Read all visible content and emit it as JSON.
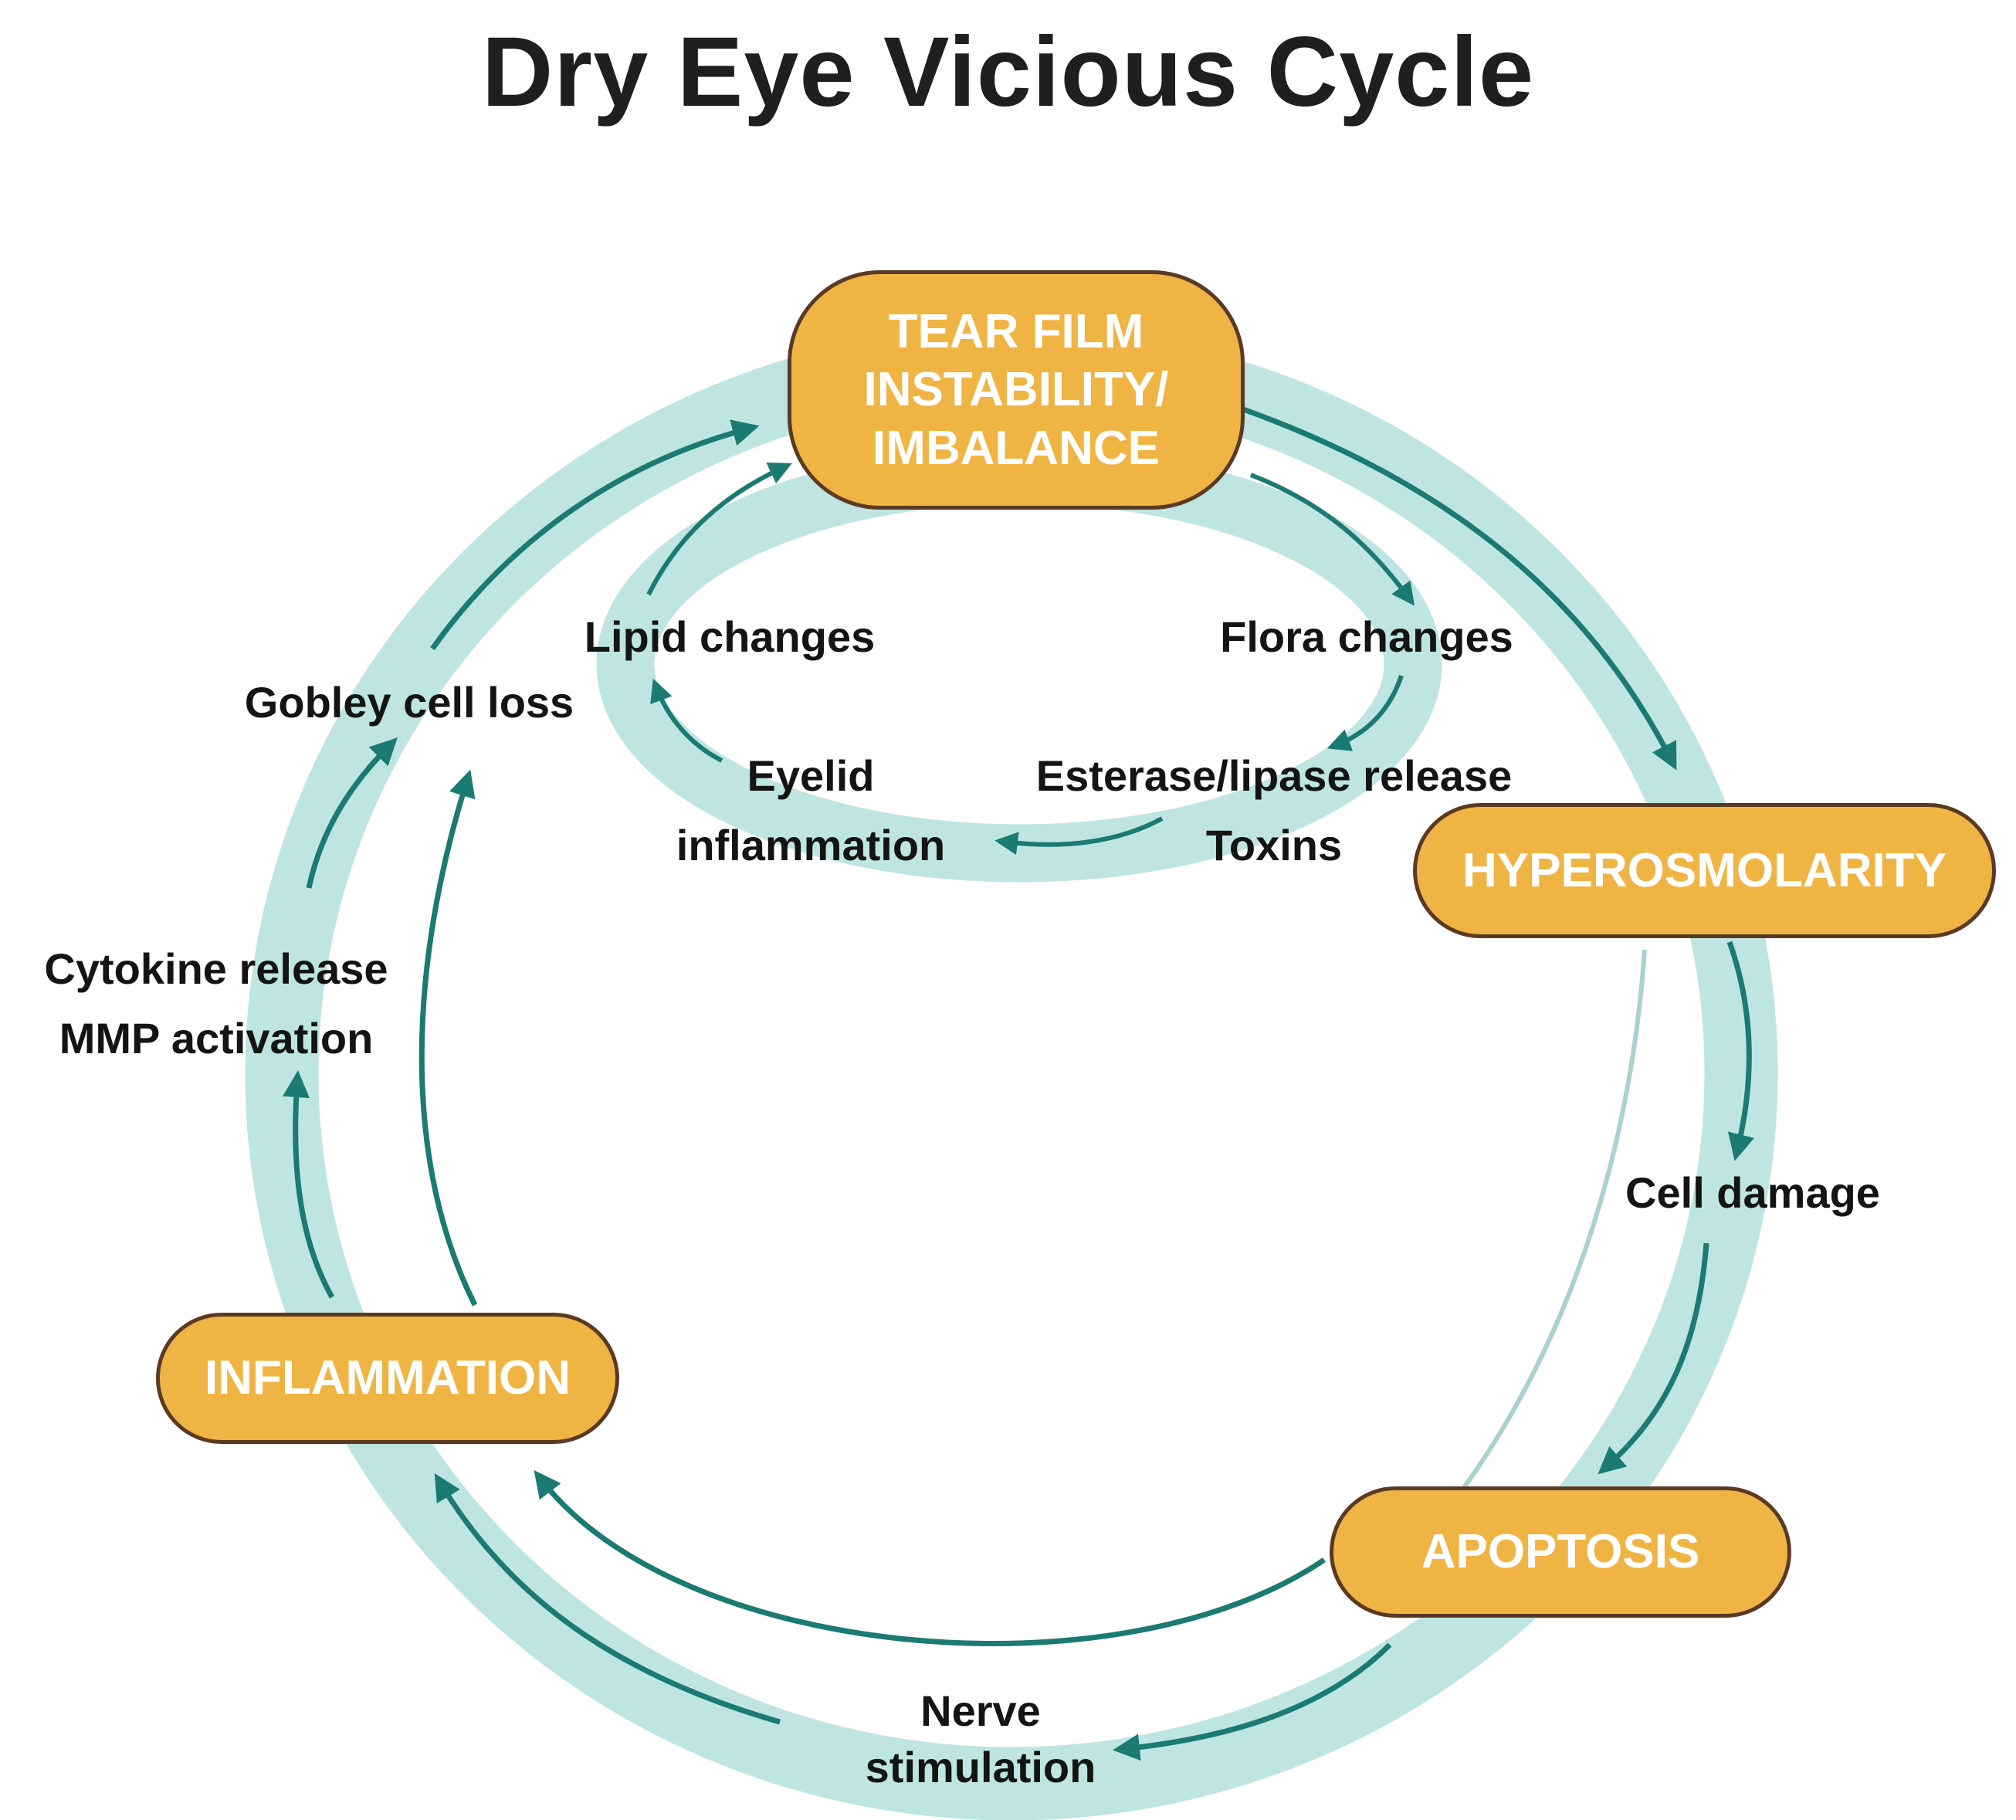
{
  "title": "Dry Eye Vicious Cycle",
  "colors": {
    "band": "#bfe5e2",
    "arrow": "#1b7a72",
    "node_fill": "#f0b445",
    "node_border": "#5a3a22",
    "text": "#141414"
  },
  "nodes": {
    "tear_film": "TEAR FILM\nINSTABILITY/\nIMBALANCE",
    "hyperosmolarity": "HYPEROSMOLARITY",
    "apoptosis": "APOPTOSIS",
    "inflammation": "INFLAMMATION"
  },
  "labels": {
    "lipid_changes": "Lipid changes",
    "flora_changes": "Flora changes",
    "esterase_toxins": "Esterase/lipase release\nToxins",
    "eyelid_inflammation": "Eyelid\ninflammation",
    "gobley_cell_loss": "Gobley cell loss",
    "cytokine_mmp": "Cytokine release\nMMP activation",
    "cell_damage": "Cell damage",
    "nerve_stimulation": "Nerve\nstimulation"
  }
}
